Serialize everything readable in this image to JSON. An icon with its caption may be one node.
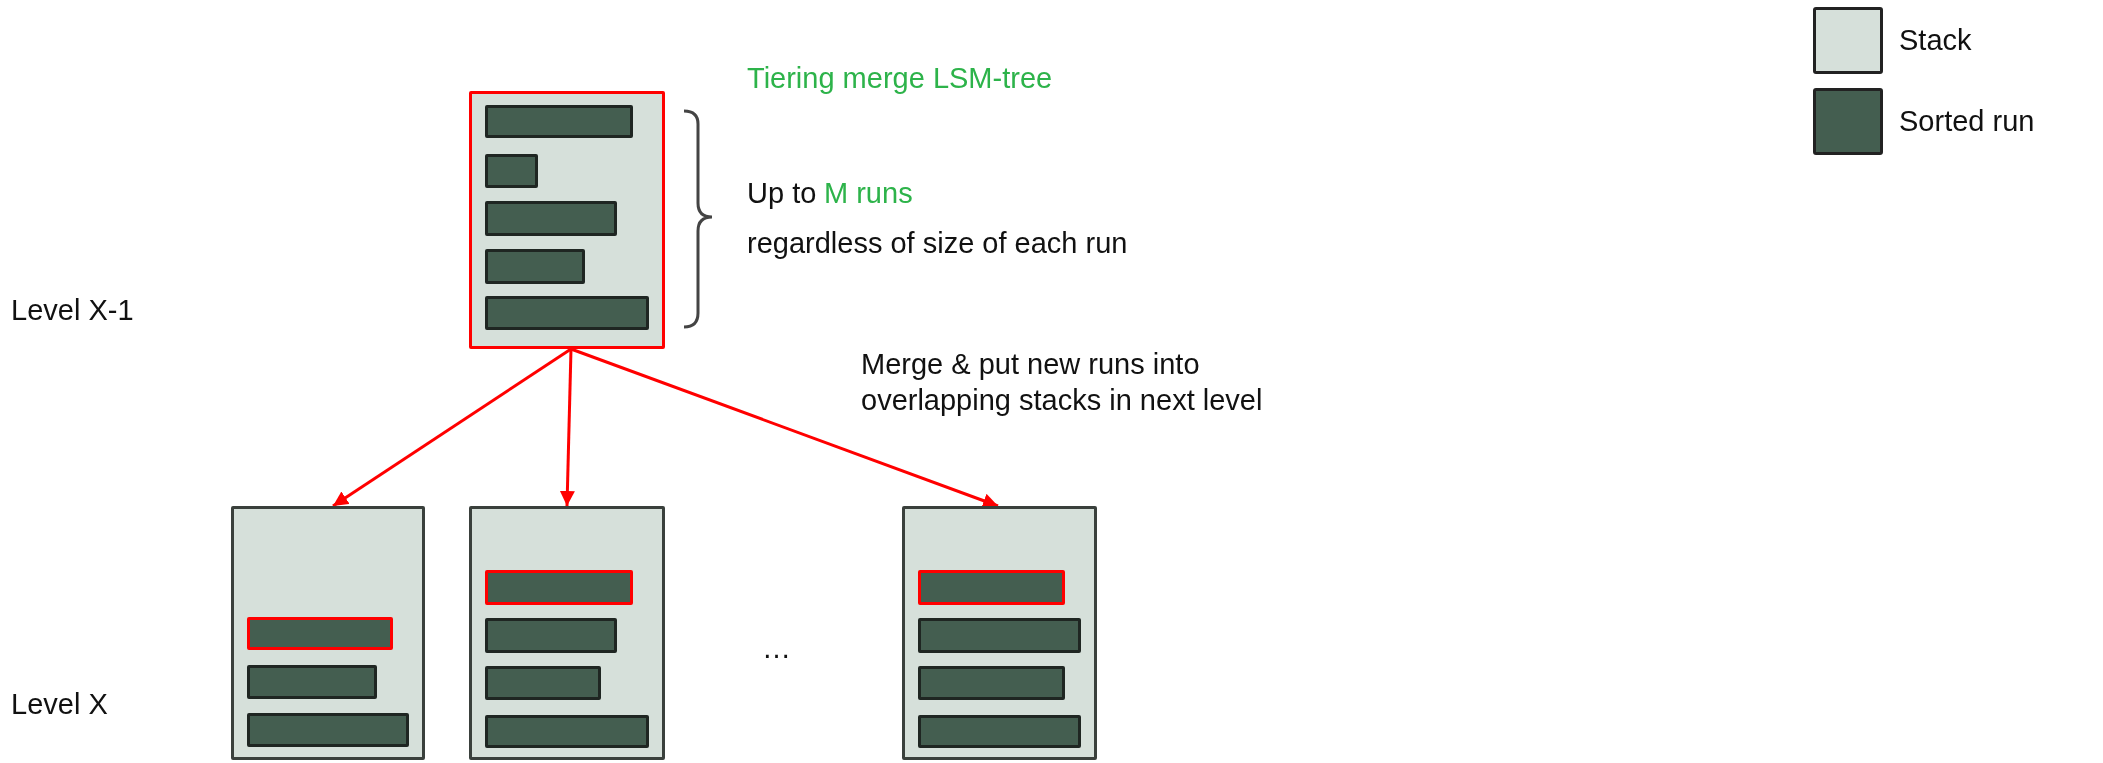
{
  "diagram": {
    "nodes": [
      {
        "text": [],
        "shape": "box"
      },
      {
        "text": [],
        "shape": "bar",
        "in": 0
      },
      {
        "text": [],
        "shape": "bar",
        "in": 0
      },
      {
        "text": [],
        "shape": "bar",
        "in": 0
      },
      {
        "text": [],
        "shape": "bar",
        "in": 0
      },
      {
        "text": [],
        "shape": "bar",
        "in": 0
      },
      {
        "text": [],
        "shape": "box"
      },
      {
        "text": [],
        "shape": "bar",
        "in": 6
      },
      {
        "text": [],
        "shape": "bar",
        "in": 6
      },
      {
        "text": [],
        "shape": "bar",
        "in": 6
      },
      {
        "text": [],
        "shape": "box"
      },
      {
        "text": [],
        "shape": "bar",
        "in": 10
      },
      {
        "text": [],
        "shape": "bar",
        "in": 10
      },
      {
        "text": [],
        "shape": "bar",
        "in": 10
      },
      {
        "text": [],
        "shape": "bar",
        "in": 10
      },
      {
        "text": [],
        "shape": "box"
      },
      {
        "text": [],
        "shape": "bar",
        "in": 15
      },
      {
        "text": [],
        "shape": "bar",
        "in": 15
      },
      {
        "text": [],
        "shape": "bar",
        "in": 15
      },
      {
        "text": [],
        "shape": "bar",
        "in": 15
      }
    ],
    "edges": [
      {
        "from": 0,
        "to": 6,
        "arrow": "to"
      },
      {
        "from": 0,
        "to": 10,
        "arrow": "to"
      },
      {
        "from": 0,
        "to": 15,
        "arrow": "to"
      }
    ],
    "labels": [
      "Tiering merge LSM-tree",
      "Up to",
      "M runs",
      "regardless of size of each run",
      "Level X-1",
      "Merge & put new runs into overlapping stacks in next level",
      "…",
      "Level X"
    ],
    "legend": [
      {
        "text": "Stack",
        "color": "#d6e0da"
      },
      {
        "text": "Sorted run",
        "color": "#445e50"
      }
    ]
  }
}
